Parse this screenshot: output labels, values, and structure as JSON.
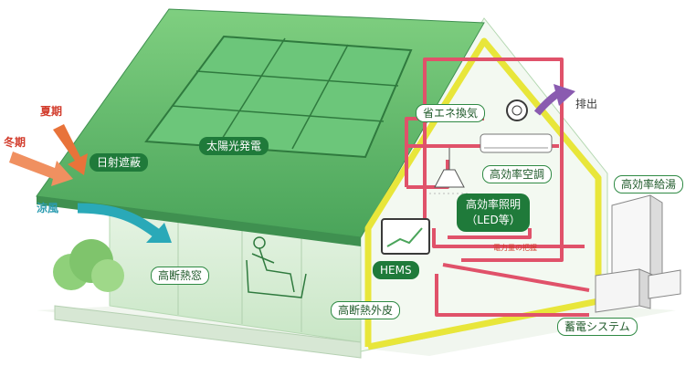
{
  "labels": {
    "summer": "夏期",
    "winter": "冬期",
    "shading": "日射遮蔽",
    "solar": "太陽光発電",
    "cool_breeze": "涼風",
    "ventilation": "省エネ換気",
    "exhaust": "排出",
    "aircon": "高効率空調",
    "lighting_line1": "高効率照明",
    "lighting_line2": "（LED等）",
    "water_heater": "高効率給湯",
    "power_display": "電力量の把握",
    "hems": "HEMS",
    "window": "高断熱窓",
    "envelope": "高断熱外皮",
    "storage": "蓄電システム"
  },
  "colors": {
    "roof_green": "#5cb96a",
    "wall_green": "#dff0de",
    "dark_label": "#1f7a3a",
    "yellow_frame": "#e8e63a",
    "red_wiring": "#e0526a",
    "purple_arrow": "#8a5bb0",
    "orange_arrow": "#e8733a",
    "cyan_arrow": "#2aa9b8"
  }
}
